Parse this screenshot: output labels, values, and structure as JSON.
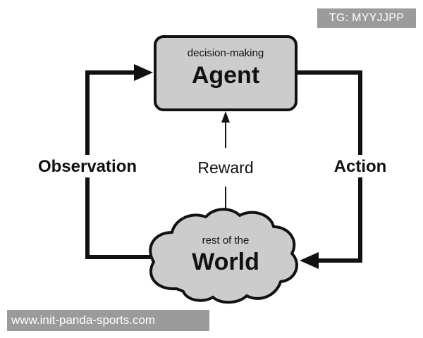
{
  "agent": {
    "subtitle": "decision-making",
    "title": "Agent"
  },
  "world": {
    "subtitle": "rest of the",
    "title": "World"
  },
  "edges": {
    "observation": "Observation",
    "action": "Action",
    "reward": "Reward"
  },
  "watermarks": {
    "top": "TG: MYYJJPP",
    "bottom": "www.init-panda-sports.com"
  },
  "colors": {
    "node_fill": "#cccccc",
    "stroke": "#111111",
    "watermark_bg": "#9b9b9b"
  }
}
